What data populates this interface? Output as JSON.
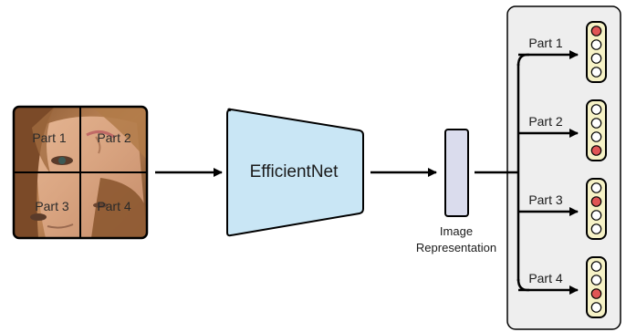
{
  "image_grid": {
    "parts": [
      {
        "label": "Part 1"
      },
      {
        "label": "Part 2"
      },
      {
        "label": "Part 3"
      },
      {
        "label": "Part 4"
      }
    ]
  },
  "encoder": {
    "label": "EfficientNet"
  },
  "representation": {
    "label_line1": "Image",
    "label_line2": "Representation"
  },
  "heads": [
    {
      "label": "Part 1",
      "active_index": 0
    },
    {
      "label": "Part 2",
      "active_index": 3
    },
    {
      "label": "Part 3",
      "active_index": 1
    },
    {
      "label": "Part 4",
      "active_index": 2
    }
  ],
  "colors": {
    "encoder_fill": "#c9e6f5",
    "representation_fill": "#dadced",
    "panel_fill": "#eeeeee",
    "vector_fill": "#f6f2c6",
    "active_cell": "#e05555",
    "inactive_cell": "#ffffff"
  }
}
